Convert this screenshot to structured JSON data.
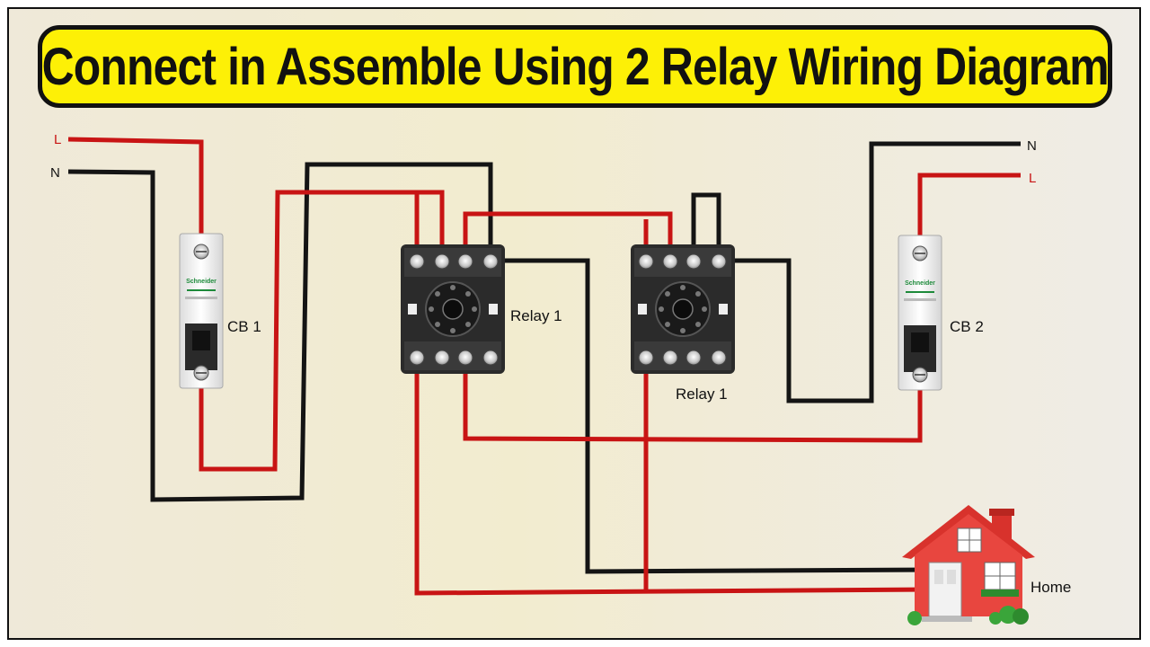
{
  "title": "Connect in Assemble Using 2 Relay Wiring Diagram",
  "labels": {
    "left_L": "L",
    "left_N": "N",
    "right_N": "N",
    "right_L": "L",
    "cb1": "CB 1",
    "cb2": "CB 2",
    "relay_a": "Relay 1",
    "relay_b": "Relay 1",
    "home": "Home"
  },
  "breaker_brand": "Schneider",
  "colors": {
    "live_wire": "#c81414",
    "neutral_wire": "#141414",
    "title_bg": "#fdf006",
    "label_red": "#c81414",
    "house_roof": "#d8322c",
    "house_wall": "#e8463f"
  },
  "icons": {
    "breaker": "circuit-breaker-icon",
    "relay": "relay-socket-icon",
    "home": "house-icon"
  }
}
